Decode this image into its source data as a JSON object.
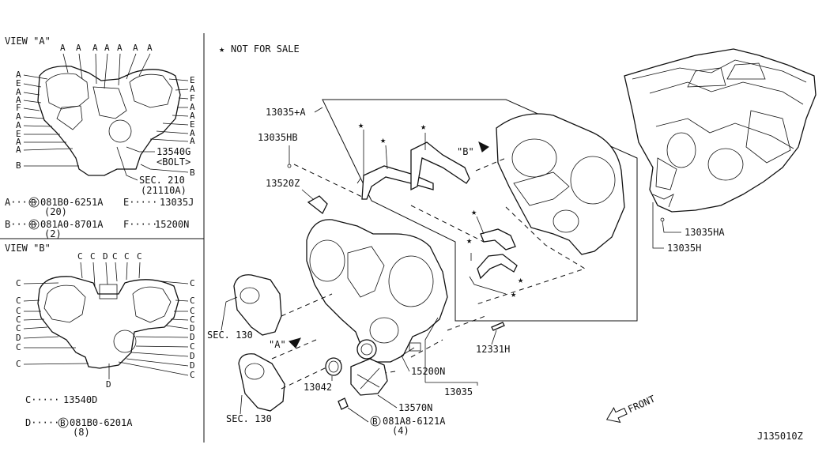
{
  "view_a": {
    "title": "VIEW \"A\"",
    "top_letters": [
      "A",
      "A",
      "A",
      "A",
      "A",
      "A",
      "A"
    ],
    "left_letters": [
      "A",
      "E",
      "A",
      "A",
      "F",
      "A",
      "A",
      "E",
      "A",
      "A"
    ],
    "right_letters": [
      "E",
      "A",
      "F",
      "A",
      "A",
      "E",
      "A",
      "A"
    ],
    "bottom_left_letter": "B",
    "bottom_right_letter": "B",
    "bolt_callout": "13540G",
    "bolt_sub": "<BOLT>",
    "sec_callout": "SEC. 210",
    "sec_sub": "(21110A)",
    "legend": [
      {
        "key": "A",
        "dots": "·····",
        "bolt": "B",
        "part": "081B0-6251A",
        "qty": "(20)"
      },
      {
        "key": "E",
        "dots": "·····",
        "part": "13035J"
      },
      {
        "key": "B",
        "dots": "·····",
        "bolt": "B",
        "part": "081A0-8701A",
        "qty": "(2)"
      },
      {
        "key": "F",
        "dots": "·····",
        "part": "15200N"
      }
    ]
  },
  "view_b": {
    "title": "VIEW \"B\"",
    "top_letters": [
      "C",
      "C",
      "D",
      "C",
      "C",
      "C"
    ],
    "left_letters": [
      "C",
      "C",
      "C",
      "C",
      "C",
      "D",
      "C",
      "C"
    ],
    "right_letters": [
      "C",
      "C",
      "C",
      "C",
      "D",
      "D",
      "C",
      "D",
      "D",
      "C"
    ],
    "bottom_letter": "D",
    "legend": [
      {
        "key": "C",
        "dots": "·····",
        "part": "13540D"
      },
      {
        "key": "D",
        "dots": "·····",
        "bolt": "B",
        "part": "081B0-6201A",
        "qty": "(8)"
      }
    ]
  },
  "main": {
    "not_for_sale": "NOT FOR SALE",
    "star": "★",
    "labels": {
      "p13035A": "13035+A",
      "p13035HB": "13035HB",
      "p13520Z": "13520Z",
      "p13035HA": "13035HA",
      "p13035H": "13035H",
      "sec130a": "SEC. 130",
      "sec130b": "SEC. 130",
      "p12331H": "12331H",
      "p15200N": "15200N",
      "p13035": "13035",
      "p13042": "13042",
      "p13570N": "13570N",
      "bolt081A8": "081A8-6121A",
      "bolt081A8_qty": "(4)",
      "bolt_b": "B",
      "view_a_arrow": "\"A\"",
      "view_b_arrow": "\"B\"",
      "front": "FRONT",
      "diagram_id": "J135010Z"
    }
  }
}
